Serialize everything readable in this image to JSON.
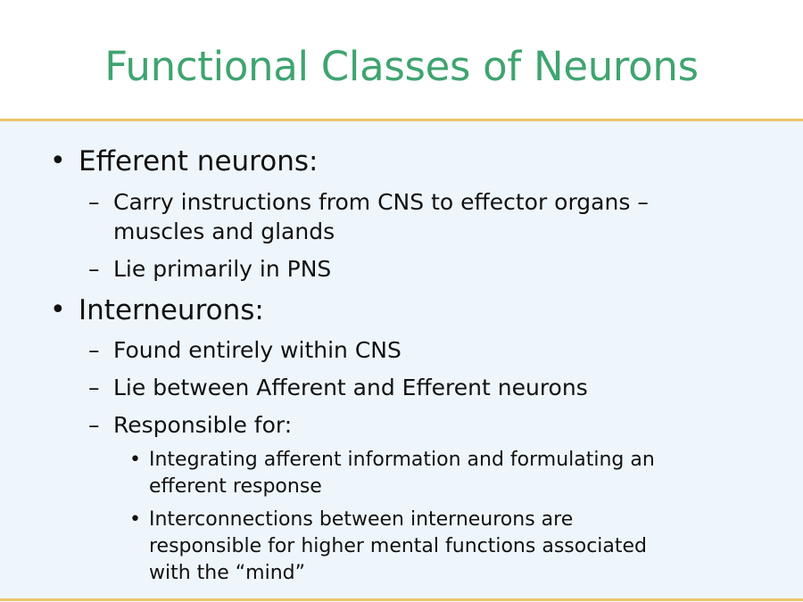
{
  "slide": {
    "title": "Functional Classes of Neurons",
    "accent_color": "#3fa46f",
    "rule_color": "#ecc46a",
    "content_background": "#eff6fb",
    "bullets": [
      {
        "text": "Efferent neurons:",
        "marker": "•",
        "subitems": [
          {
            "marker": "–",
            "lines": [
              "Carry instructions from CNS to effector organs –",
              "muscles and glands"
            ]
          },
          {
            "marker": "–",
            "lines": [
              "Lie primarily in PNS"
            ]
          }
        ]
      },
      {
        "text": "Interneurons:",
        "marker": "•",
        "subitems": [
          {
            "marker": "–",
            "lines": [
              "Found entirely within CNS"
            ]
          },
          {
            "marker": "–",
            "lines": [
              "Lie between Afferent and Efferent neurons"
            ]
          },
          {
            "marker": "–",
            "lines": [
              "Responsible for:"
            ],
            "subitems": [
              {
                "marker": "•",
                "lines": [
                  "Integrating afferent information and formulating an",
                  "efferent response"
                ]
              },
              {
                "marker": "•",
                "lines": [
                  "Interconnections between interneurons are",
                  "responsible for higher mental functions associated",
                  "with the “mind”"
                ]
              }
            ]
          }
        ]
      }
    ]
  }
}
